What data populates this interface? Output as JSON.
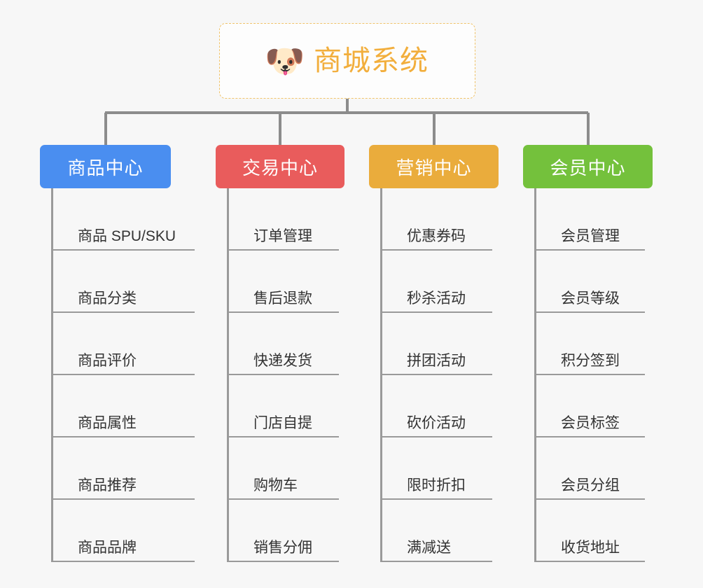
{
  "page": {
    "background": "#f7f7f7",
    "connector_color": "#8c8c8c"
  },
  "root": {
    "icon": "shiba-dog-emoji",
    "emoji": "🐶",
    "title": "商城系统",
    "title_color": "#f2ae3c",
    "border_color": "#f0c36a"
  },
  "columns": [
    {
      "id": "product-center",
      "label": "商品中心",
      "color": "#4a8ef0",
      "items": [
        "商品 SPU/SKU",
        "商品分类",
        "商品评价",
        "商品属性",
        "商品推荐",
        "商品品牌"
      ]
    },
    {
      "id": "trade-center",
      "label": "交易中心",
      "color": "#e95c5c",
      "items": [
        "订单管理",
        "售后退款",
        "快递发货",
        "门店自提",
        "购物车",
        "销售分佣"
      ]
    },
    {
      "id": "marketing-center",
      "label": "营销中心",
      "color": "#eaac3c",
      "items": [
        "优惠券码",
        "秒杀活动",
        "拼团活动",
        "砍价活动",
        "限时折扣",
        "满减送"
      ]
    },
    {
      "id": "member-center",
      "label": "会员中心",
      "color": "#74c13c",
      "items": [
        "会员管理",
        "会员等级",
        "积分签到",
        "会员标签",
        "会员分组",
        "收货地址"
      ]
    }
  ]
}
